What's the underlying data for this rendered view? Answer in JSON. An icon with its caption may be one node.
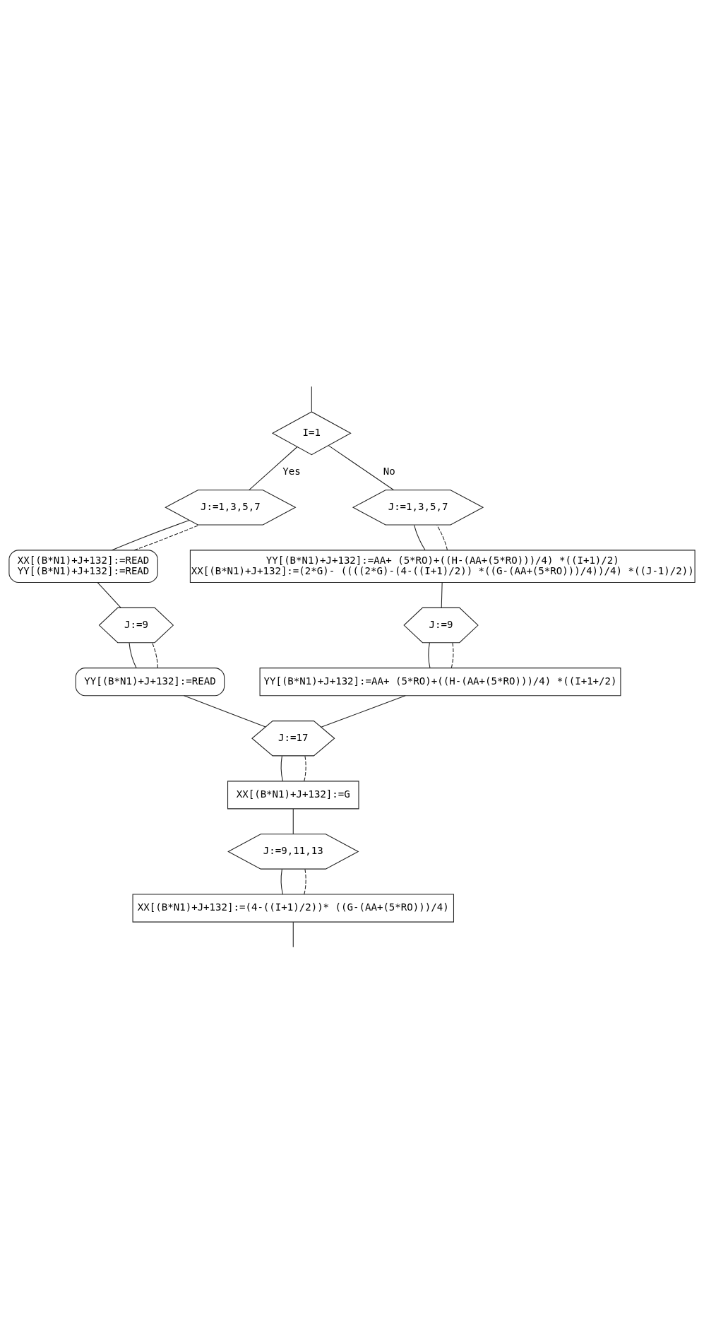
{
  "diagram": {
    "nodes": [
      {
        "text": [
          "I=1"
        ]
      },
      {
        "text": [
          "J:=1,3,5,7"
        ]
      },
      {
        "text": [
          "XX[(B*N1)+J+132]:=READ",
          "YY[(B*N1)+J+132]:=READ"
        ]
      },
      {
        "text": [
          "J:=9"
        ]
      },
      {
        "text": [
          "YY[(B*N1)+J+132]:=READ"
        ]
      },
      {
        "text": [
          "J:=1,3,5,7"
        ]
      },
      {
        "text": [
          "YY[(B*N1)+J+132]:=AA+ (5*RO)+((H-(AA+(5*RO)))/4) *((I+1)/2)",
          "XX[(B*N1)+J+132]:=(2*G)- ((((2*G)-(4-((I+1)/2)) *((G-(AA+(5*RO)))/4))/4) *((J-1)/2))"
        ]
      },
      {
        "text": [
          "J:=9"
        ]
      },
      {
        "text": [
          "YY[(B*N1)+J+132]:=AA+ (5*RO)+((H-(AA+(5*RO)))/4) *((I+1+/2)"
        ]
      },
      {
        "text": [
          "J:=17"
        ]
      },
      {
        "text": [
          "XX[(B*N1)+J+132]:=G"
        ]
      },
      {
        "text": [
          "J:=9,11,13"
        ]
      },
      {
        "text": [
          "XX[(B*N1)+J+132]:=(4-((I+1)/2))* ((G-(AA+(5*RO)))/4)"
        ]
      }
    ],
    "edges": [
      {
        "from": null,
        "to": 0,
        "arrow": "none"
      },
      {
        "from": 0,
        "to": 1,
        "arrow": "none",
        "label": "Yes"
      },
      {
        "from": 1,
        "to": 2,
        "arrow": "none"
      },
      {
        "from": 2,
        "to": 1,
        "arrow": "none",
        "style": "dashed"
      },
      {
        "from": 2,
        "to": 3,
        "arrow": "none"
      },
      {
        "from": 3,
        "to": 4,
        "arrow": "none"
      },
      {
        "from": 4,
        "to": 3,
        "arrow": "none",
        "style": "dashed"
      },
      {
        "from": 4,
        "to": 9,
        "arrow": "none"
      },
      {
        "from": 0,
        "to": 5,
        "arrow": "none",
        "label": "No"
      },
      {
        "from": 5,
        "to": 6,
        "arrow": "none"
      },
      {
        "from": 6,
        "to": 5,
        "arrow": "none",
        "style": "dashed"
      },
      {
        "from": 6,
        "to": 7,
        "arrow": "none"
      },
      {
        "from": 7,
        "to": 8,
        "arrow": "none"
      },
      {
        "from": 8,
        "to": 7,
        "arrow": "none",
        "style": "dashed"
      },
      {
        "from": 8,
        "to": 9,
        "arrow": "none"
      },
      {
        "from": 9,
        "to": 10,
        "arrow": "none"
      },
      {
        "from": 10,
        "to": 9,
        "arrow": "none",
        "style": "dashed"
      },
      {
        "from": 10,
        "to": 11,
        "arrow": "none"
      },
      {
        "from": 11,
        "to": 12,
        "arrow": "none"
      },
      {
        "from": 12,
        "to": 11,
        "arrow": "none",
        "style": "dashed"
      },
      {
        "from": 12,
        "to": null,
        "arrow": "none"
      }
    ]
  }
}
